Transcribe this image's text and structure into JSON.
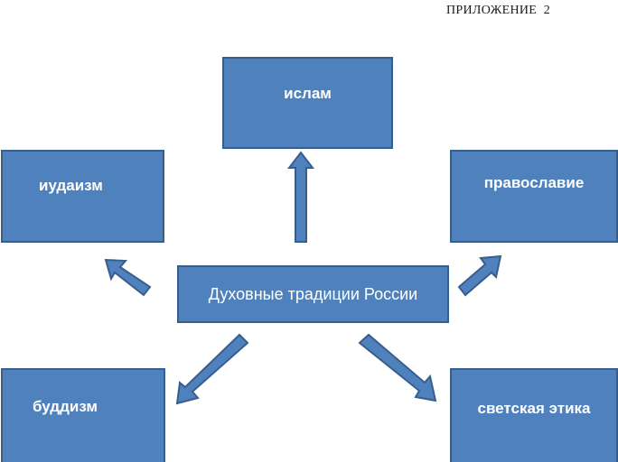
{
  "appendix_label": "ПРИЛОЖЕНИЕ  2",
  "center": {
    "label": "Духовные традиции России"
  },
  "nodes": {
    "islam": "ислам",
    "judaism": "иудаизм",
    "orthodoxy": "православие",
    "buddhism": "буддизм",
    "secular_ethics": "светская этика"
  },
  "colors": {
    "box_fill": "#4f81bd",
    "box_border": "#395e8c",
    "text": "#ffffff"
  }
}
